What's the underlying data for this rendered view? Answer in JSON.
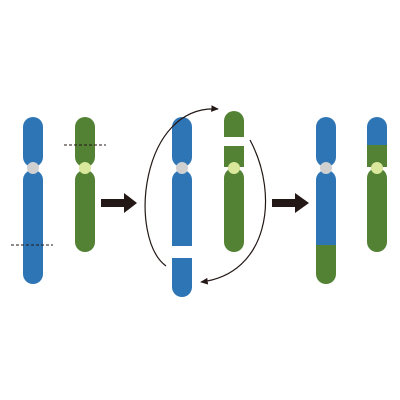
{
  "colors": {
    "blue": "#2e75b6",
    "green": "#548235",
    "centromere_blue": "#d0d0d0",
    "centromere_green": "#d9e89a",
    "ink": "#231815",
    "background": "#ffffff"
  },
  "stages": [
    {
      "name": "before-breakage",
      "chromosomes": [
        "blue-intact",
        "green-intact"
      ],
      "breakpoints": [
        "blue-long-arm",
        "green-short-arm"
      ]
    },
    {
      "name": "breakage-and-exchange",
      "chromosomes": [
        "blue-broken",
        "green-broken"
      ],
      "exchange_arrows": 2
    },
    {
      "name": "reciprocal-translocation",
      "chromosomes": [
        "blue-derivative",
        "green-derivative"
      ]
    }
  ],
  "icons": {
    "step_arrow": "right-arrow-icon",
    "exchange_arrow": "curved-arrow-icon",
    "breakpoint": "dashed-line-icon"
  }
}
